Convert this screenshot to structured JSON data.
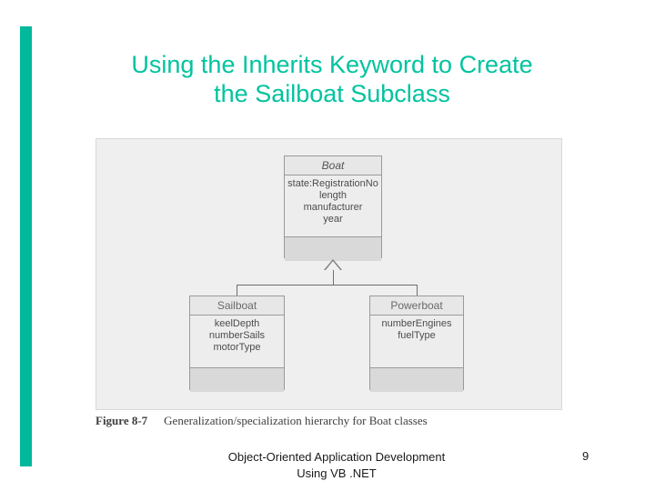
{
  "slide": {
    "title_line1": "Using the Inherits Keyword to Create",
    "title_line2": "the Sailboat Subclass",
    "title_color": "#00c39f",
    "accent_color": "#00b89c",
    "page_number": "9",
    "footer_line1": "Object-Oriented Application Development",
    "footer_line2": "Using VB .NET"
  },
  "figure": {
    "caption_label": "Figure 8-7",
    "caption_text": "Generalization/specialization hierarchy for Boat classes",
    "classes": [
      {
        "name": "Boat",
        "attributes": "state:RegistrationNo\nlength\nmanufacturer\nyear",
        "attr_line1": "state:RegistrationNo",
        "attr_line2": "length",
        "attr_line3": "manufacturer",
        "attr_line4": "year",
        "operations": ""
      },
      {
        "name": "Sailboat",
        "attr_line1": "keelDepth",
        "attr_line2": "numberSails",
        "attr_line3": "motorType",
        "operations": ""
      },
      {
        "name": "Powerboat",
        "attr_line1": "numberEngines",
        "attr_line2": "fuelType",
        "attr_line3": "",
        "operations": ""
      }
    ]
  }
}
